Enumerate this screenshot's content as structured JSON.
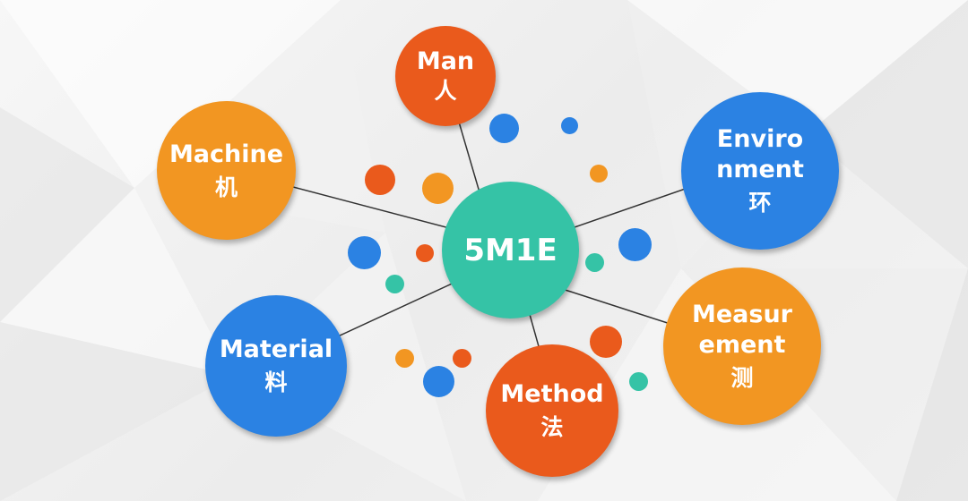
{
  "colors": {
    "orange_red": "#ea5a1c",
    "orange": "#f29622",
    "blue": "#2b82e3",
    "teal": "#35c3a6"
  },
  "center": {
    "label": "5M1E",
    "color": "#35c3a6"
  },
  "nodes": [
    {
      "key": "man",
      "lines": [
        "Man"
      ],
      "zh": "人",
      "color": "#ea5a1c"
    },
    {
      "key": "machine",
      "lines": [
        "Machine"
      ],
      "zh": "机",
      "color": "#f29622"
    },
    {
      "key": "environment",
      "lines": [
        "Enviro",
        "nment"
      ],
      "zh": "环",
      "color": "#2b82e3"
    },
    {
      "key": "material",
      "lines": [
        "Material"
      ],
      "zh": "料",
      "color": "#2b82e3"
    },
    {
      "key": "method",
      "lines": [
        "Method"
      ],
      "zh": "法",
      "color": "#ea5a1c"
    },
    {
      "key": "measurement",
      "lines": [
        "Measur",
        "ement"
      ],
      "zh": "测",
      "color": "#f29622"
    }
  ]
}
